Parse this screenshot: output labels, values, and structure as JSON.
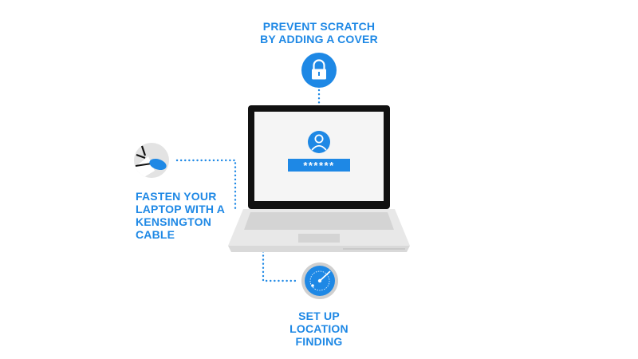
{
  "captions": {
    "cover": [
      "PREVENT SCRATCH",
      "BY ADDING A COVER"
    ],
    "cable": [
      "FASTEN YOUR",
      "LAPTOP WITH A",
      "KENSINGTON",
      "CABLE"
    ],
    "location": [
      "SET UP",
      "LOCATION",
      "FINDING"
    ]
  },
  "icons": {
    "cover": "lock-icon",
    "cable": "kensington-lock-icon",
    "location": "location-radar-icon",
    "screen_user": "user-avatar-icon",
    "screen_password": "password-field"
  },
  "password_mask": "******",
  "colors": {
    "accent": "#1e88e5",
    "frame": "#111111",
    "laptop_base": "#e8e8e8",
    "keyboard": "#d4d4d4",
    "screen_bg": "#f5f5f5",
    "dotted_line": "#1e88e5"
  }
}
